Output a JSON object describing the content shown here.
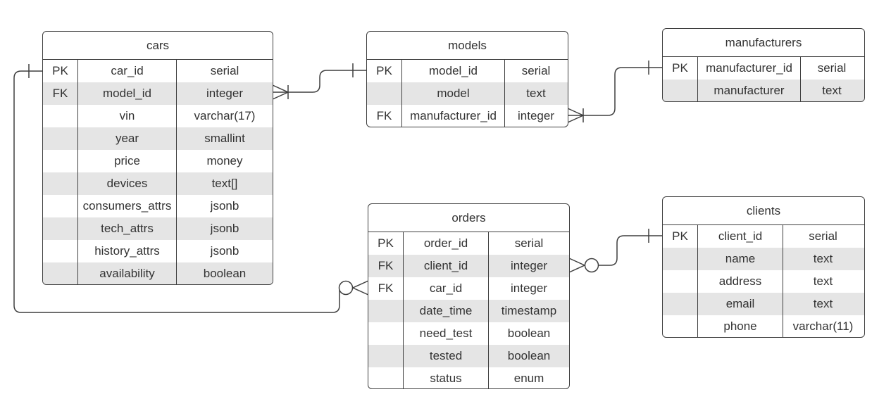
{
  "tables": {
    "cars": {
      "title": "cars",
      "rows": [
        {
          "key": "PK",
          "name": "car_id",
          "type": "serial"
        },
        {
          "key": "FK",
          "name": "model_id",
          "type": "integer"
        },
        {
          "key": "",
          "name": "vin",
          "type": "varchar(17)"
        },
        {
          "key": "",
          "name": "year",
          "type": "smallint"
        },
        {
          "key": "",
          "name": "price",
          "type": "money"
        },
        {
          "key": "",
          "name": "devices",
          "type": "text[]"
        },
        {
          "key": "",
          "name": "consumers_attrs",
          "type": "jsonb"
        },
        {
          "key": "",
          "name": "tech_attrs",
          "type": "jsonb"
        },
        {
          "key": "",
          "name": "history_attrs",
          "type": "jsonb"
        },
        {
          "key": "",
          "name": "availability",
          "type": "boolean"
        }
      ]
    },
    "models": {
      "title": "models",
      "rows": [
        {
          "key": "PK",
          "name": "model_id",
          "type": "serial"
        },
        {
          "key": "",
          "name": "model",
          "type": "text"
        },
        {
          "key": "FK",
          "name": "manufacturer_id",
          "type": "integer"
        }
      ]
    },
    "manufacturers": {
      "title": "manufacturers",
      "rows": [
        {
          "key": "PK",
          "name": "manufacturer_id",
          "type": "serial"
        },
        {
          "key": "",
          "name": "manufacturer",
          "type": "text"
        }
      ]
    },
    "orders": {
      "title": "orders",
      "rows": [
        {
          "key": "PK",
          "name": "order_id",
          "type": "serial"
        },
        {
          "key": "FK",
          "name": "client_id",
          "type": "integer"
        },
        {
          "key": "FK",
          "name": "car_id",
          "type": "integer"
        },
        {
          "key": "",
          "name": "date_time",
          "type": "timestamp"
        },
        {
          "key": "",
          "name": "need_test",
          "type": "boolean"
        },
        {
          "key": "",
          "name": "tested",
          "type": "boolean"
        },
        {
          "key": "",
          "name": "status",
          "type": "enum"
        }
      ]
    },
    "clients": {
      "title": "clients",
      "rows": [
        {
          "key": "PK",
          "name": "client_id",
          "type": "serial"
        },
        {
          "key": "",
          "name": "name",
          "type": "text"
        },
        {
          "key": "",
          "name": "address",
          "type": "text"
        },
        {
          "key": "",
          "name": "email",
          "type": "text"
        },
        {
          "key": "",
          "name": "phone",
          "type": "varchar(11)"
        }
      ]
    }
  },
  "relationships": [
    {
      "from": "cars.model_id",
      "to": "models.model_id",
      "from_end": "one-or-many",
      "to_end": "one"
    },
    {
      "from": "models.manufacturer_id",
      "to": "manufacturers.manufacturer_id",
      "from_end": "one-or-many",
      "to_end": "one"
    },
    {
      "from": "orders.client_id",
      "to": "clients.client_id",
      "from_end": "zero-or-many",
      "to_end": "one"
    },
    {
      "from": "orders.car_id",
      "to": "cars.car_id",
      "from_end": "zero-or-many",
      "to_end": "one"
    }
  ],
  "colors": {
    "border": "#3f3f3f",
    "row_stripe": "#e5e5e5",
    "text": "#333333",
    "background": "#ffffff"
  }
}
